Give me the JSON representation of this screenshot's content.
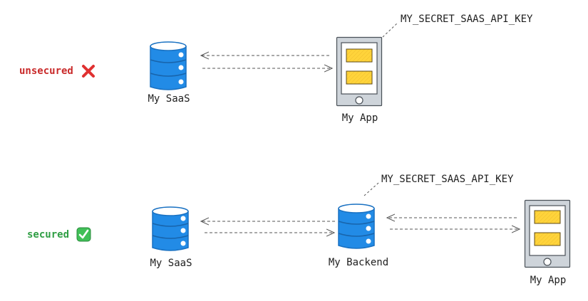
{
  "colors": {
    "db_fill": "#228be6",
    "db_stroke": "#1971c2",
    "device_fill": "#ced4da",
    "device_stroke": "#495057",
    "screen_fill": "#ffffff",
    "card_fill": "#ffd43b",
    "arrow_stroke": "#555555",
    "unsecured": "#c92a2a",
    "secured": "#2f9e44"
  },
  "scenarios": [
    {
      "status_label": "unsecured",
      "status_icon": "cross-mark-icon",
      "status_glyph": "✖",
      "api_key_label": "MY_SECRET_SAAS_API_KEY",
      "nodes": [
        {
          "type": "database",
          "label": "My SaaS"
        },
        {
          "type": "device",
          "label": "My App",
          "holds_key": true
        }
      ],
      "connections": [
        {
          "from": "My App",
          "to": "My SaaS",
          "style": "dashed"
        },
        {
          "from": "My SaaS",
          "to": "My App",
          "style": "dashed"
        }
      ]
    },
    {
      "status_label": "secured",
      "status_icon": "check-mark-button-icon",
      "status_glyph": "✓",
      "api_key_label": "MY_SECRET_SAAS_API_KEY",
      "nodes": [
        {
          "type": "database",
          "label": "My SaaS"
        },
        {
          "type": "database",
          "label": "My Backend",
          "holds_key": true
        },
        {
          "type": "device",
          "label": "My App"
        }
      ],
      "connections": [
        {
          "from": "My Backend",
          "to": "My SaaS",
          "style": "dashed"
        },
        {
          "from": "My SaaS",
          "to": "My Backend",
          "style": "dashed"
        },
        {
          "from": "My App",
          "to": "My Backend",
          "style": "dashed"
        },
        {
          "from": "My Backend",
          "to": "My App",
          "style": "dashed"
        }
      ]
    }
  ]
}
